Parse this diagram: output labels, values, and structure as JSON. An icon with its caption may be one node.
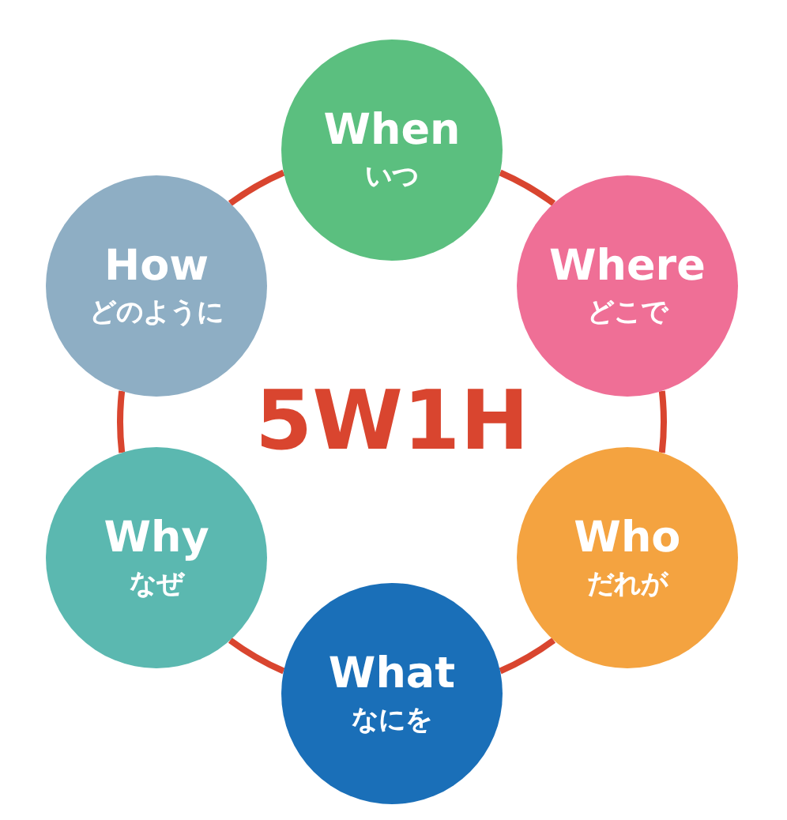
{
  "diagram": {
    "nodes": [
      {
        "text": [
          "When",
          "いつ"
        ]
      },
      {
        "text": [
          "Where",
          "どこで"
        ]
      },
      {
        "text": [
          "Who",
          "だれが"
        ]
      },
      {
        "text": [
          "What",
          "なにを"
        ]
      },
      {
        "text": [
          "Why",
          "なぜ"
        ]
      },
      {
        "text": [
          "How",
          "どのように"
        ]
      }
    ],
    "edges": [
      {
        "from": 0,
        "to": 1,
        "arrow": "none"
      },
      {
        "from": 1,
        "to": 2,
        "arrow": "none"
      },
      {
        "from": 2,
        "to": 3,
        "arrow": "none"
      },
      {
        "from": 3,
        "to": 4,
        "arrow": "none"
      },
      {
        "from": 4,
        "to": 5,
        "arrow": "none"
      },
      {
        "from": 5,
        "to": 0,
        "arrow": "none"
      }
    ],
    "labels": [
      "5W1H"
    ]
  }
}
